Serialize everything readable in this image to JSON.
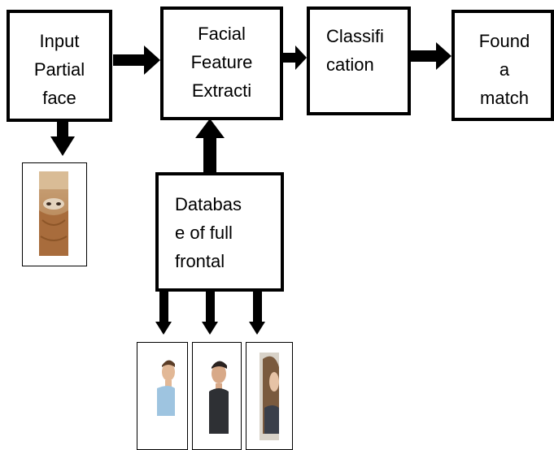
{
  "diagram": {
    "nodes": {
      "input": {
        "label": "Input\nPartial\nface"
      },
      "extraction": {
        "label": "Facial\nFeature\nExtracti"
      },
      "classification": {
        "label": "Classifi\ncation"
      },
      "match": {
        "label": "Found\na\nmatch"
      },
      "database": {
        "label": "Databas\ne of full\nfrontal"
      }
    },
    "edges": [
      {
        "from": "input",
        "to": "extraction"
      },
      {
        "from": "extraction",
        "to": "classification"
      },
      {
        "from": "classification",
        "to": "match"
      },
      {
        "from": "database",
        "to": "extraction"
      },
      {
        "from": "input",
        "to": "partial-face-photo"
      },
      {
        "from": "database",
        "to": "frontal-face-photos"
      }
    ]
  },
  "photos": {
    "partial_face": {
      "icon": "veiled-face-photo"
    },
    "frontal_faces": [
      {
        "icon": "man-face-photo-1"
      },
      {
        "icon": "man-face-photo-2"
      },
      {
        "icon": "woman-face-photo"
      }
    ]
  }
}
